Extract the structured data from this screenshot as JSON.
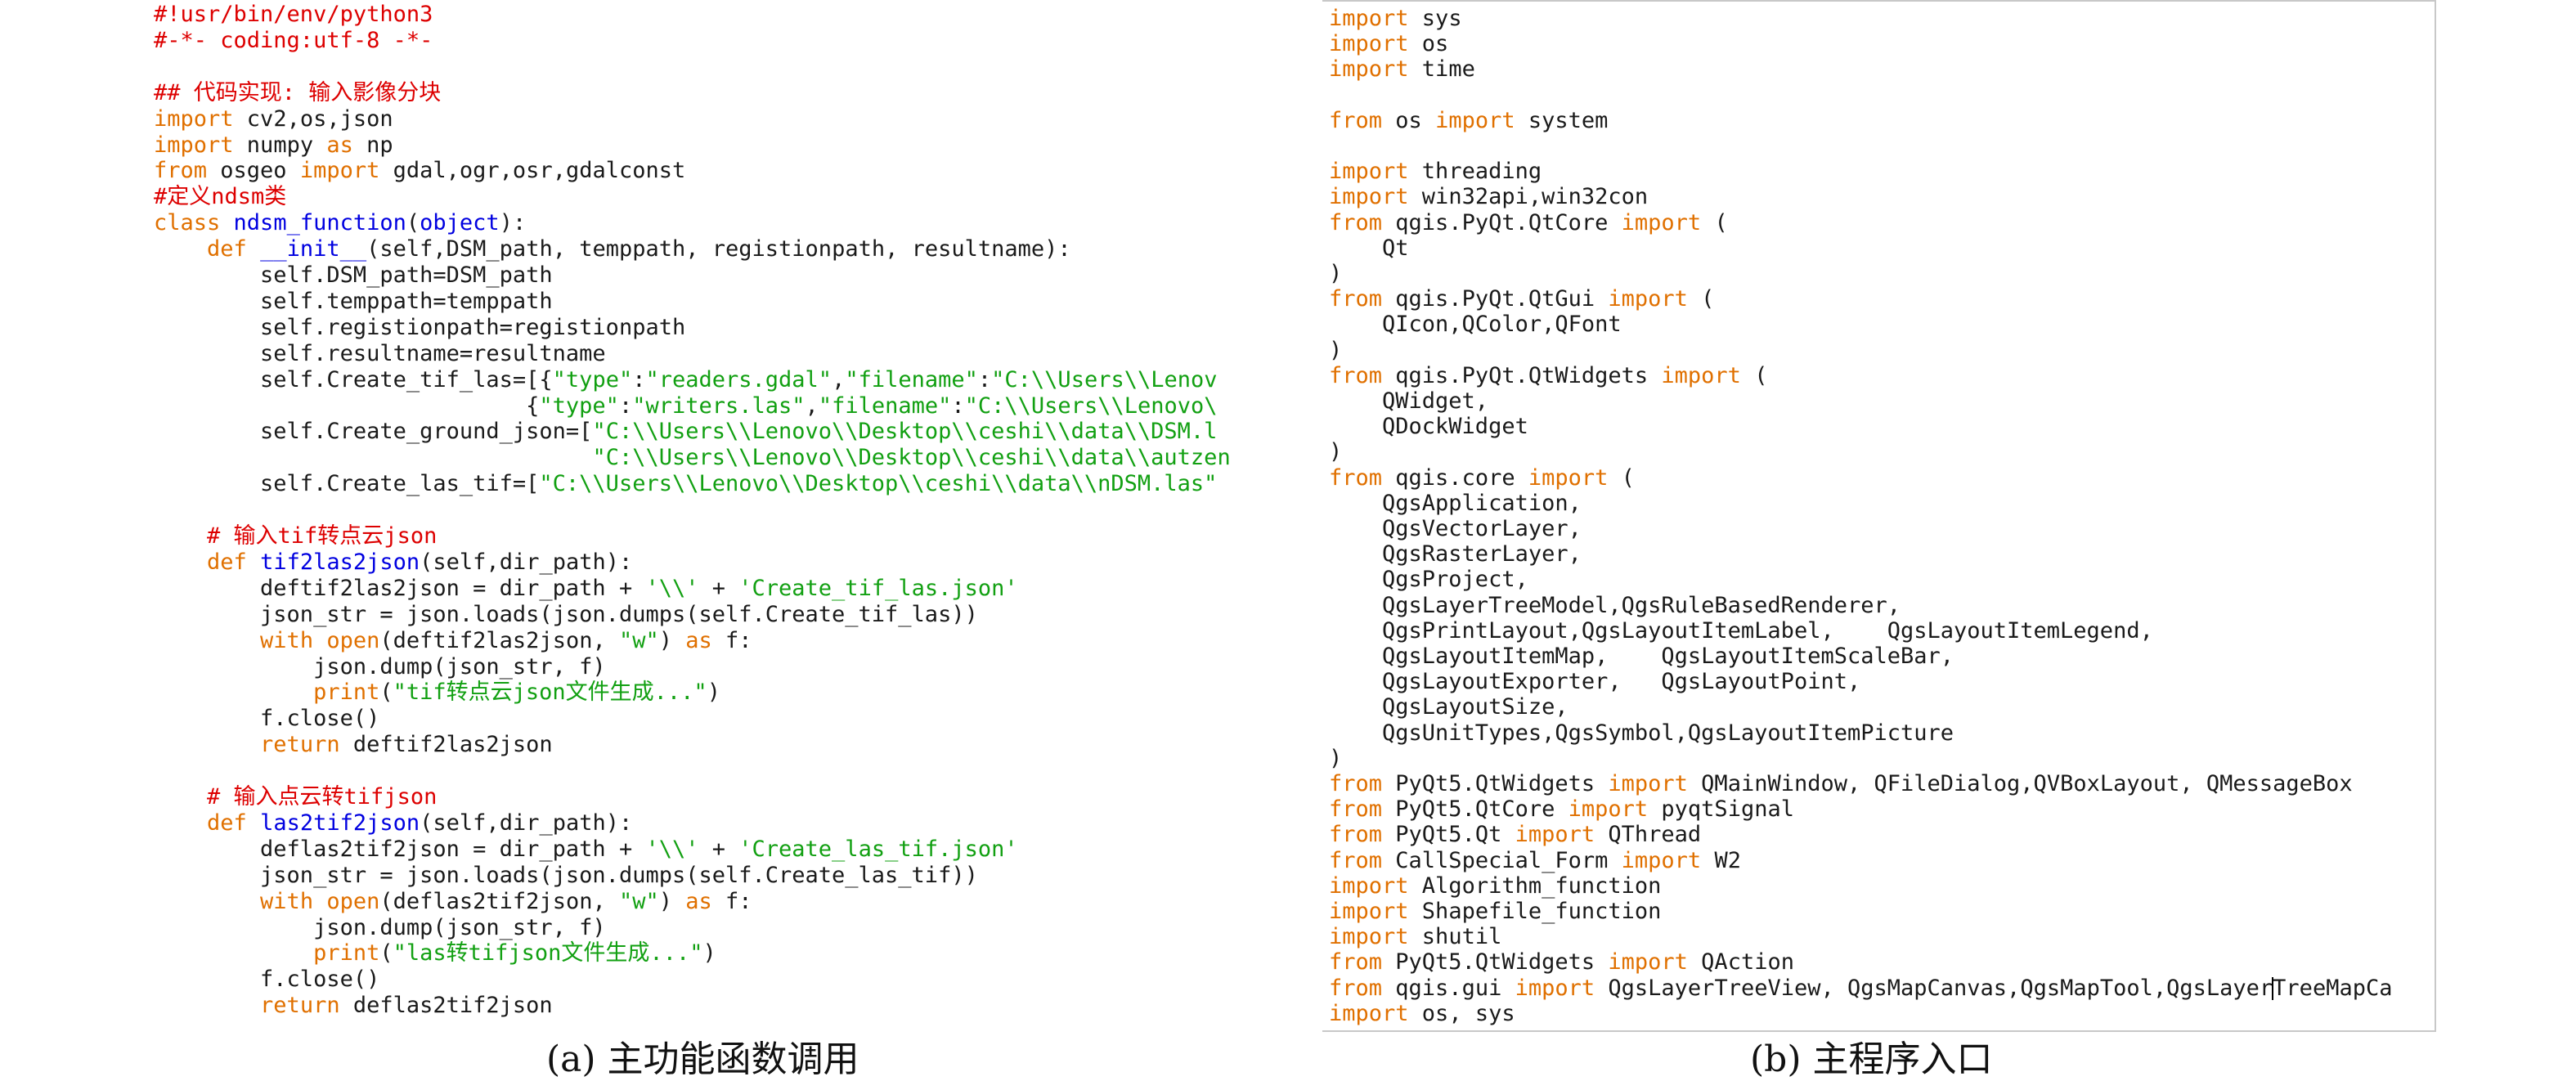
{
  "colors": {
    "keyword": "#e07000",
    "comment": "#dd0000",
    "string": "#12a012",
    "definition": "#0000e0",
    "text": "#1a1a1a"
  },
  "panel_a": {
    "caption": "(a) 主功能函数调用",
    "lines": [
      [
        [
          "cm",
          "#!usr/bin/env/python3"
        ]
      ],
      [
        [
          "cm",
          "#-*- coding:utf-8 -*-"
        ]
      ],
      [],
      [
        [
          "cm",
          "## 代码实现: 输入影像分块"
        ]
      ],
      [
        [
          "kw",
          "import"
        ],
        [
          "p",
          " cv2,os,json"
        ]
      ],
      [
        [
          "kw",
          "import"
        ],
        [
          "p",
          " numpy "
        ],
        [
          "kw",
          "as"
        ],
        [
          "p",
          " np"
        ]
      ],
      [
        [
          "kw",
          "from"
        ],
        [
          "p",
          " osgeo "
        ],
        [
          "kw",
          "import"
        ],
        [
          "p",
          " gdal,ogr,osr,gdalconst"
        ]
      ],
      [
        [
          "cm",
          "#定义ndsm类"
        ]
      ],
      [
        [
          "kw",
          "class"
        ],
        [
          "p",
          " "
        ],
        [
          "def",
          "ndsm_function"
        ],
        [
          "p",
          "("
        ],
        [
          "def",
          "object"
        ],
        [
          "p",
          "):"
        ]
      ],
      [
        [
          "p",
          "    "
        ],
        [
          "kw",
          "def"
        ],
        [
          "p",
          " "
        ],
        [
          "def",
          "__init__"
        ],
        [
          "p",
          "(self,DSM_path, temppath, registionpath, resultname):"
        ]
      ],
      [
        [
          "p",
          "        self.DSM_path=DSM_path"
        ]
      ],
      [
        [
          "p",
          "        self.temppath=temppath"
        ]
      ],
      [
        [
          "p",
          "        self.registionpath=registionpath"
        ]
      ],
      [
        [
          "p",
          "        self.resultname=resultname"
        ]
      ],
      [
        [
          "p",
          "        self.Create_tif_las=[{"
        ],
        [
          "str",
          "\"type\""
        ],
        [
          "p",
          ":"
        ],
        [
          "str",
          "\"readers.gdal\""
        ],
        [
          "p",
          ","
        ],
        [
          "str",
          "\"filename\""
        ],
        [
          "p",
          ":"
        ],
        [
          "str",
          "\"C:\\\\Users\\\\Lenov"
        ]
      ],
      [
        [
          "p",
          "                            {"
        ],
        [
          "str",
          "\"type\""
        ],
        [
          "p",
          ":"
        ],
        [
          "str",
          "\"writers.las\""
        ],
        [
          "p",
          ","
        ],
        [
          "str",
          "\"filename\""
        ],
        [
          "p",
          ":"
        ],
        [
          "str",
          "\"C:\\\\Users\\\\Lenovo\\"
        ]
      ],
      [
        [
          "p",
          "        self.Create_ground_json=["
        ],
        [
          "str",
          "\"C:\\\\Users\\\\Lenovo\\\\Desktop\\\\ceshi\\\\data\\\\DSM.l"
        ]
      ],
      [
        [
          "p",
          "                                 "
        ],
        [
          "str",
          "\"C:\\\\Users\\\\Lenovo\\\\Desktop\\\\ceshi\\\\data\\\\autzen"
        ]
      ],
      [
        [
          "p",
          "        self.Create_las_tif=["
        ],
        [
          "str",
          "\"C:\\\\Users\\\\Lenovo\\\\Desktop\\\\ceshi\\\\data\\\\nDSM.las\""
        ]
      ],
      [],
      [
        [
          "p",
          "    "
        ],
        [
          "cm",
          "# 输入tif转点云json"
        ]
      ],
      [
        [
          "p",
          "    "
        ],
        [
          "kw",
          "def"
        ],
        [
          "p",
          " "
        ],
        [
          "def",
          "tif2las2json"
        ],
        [
          "p",
          "(self,dir_path):"
        ]
      ],
      [
        [
          "p",
          "        deftif2las2json = dir_path + "
        ],
        [
          "str",
          "'\\\\'"
        ],
        [
          "p",
          " + "
        ],
        [
          "str",
          "'Create_tif_las.json'"
        ]
      ],
      [
        [
          "p",
          "        json_str = json.loads(json.dumps(self.Create_tif_las))"
        ]
      ],
      [
        [
          "p",
          "        "
        ],
        [
          "kw",
          "with"
        ],
        [
          "p",
          " "
        ],
        [
          "kw",
          "open"
        ],
        [
          "p",
          "(deftif2las2json, "
        ],
        [
          "str",
          "\"w\""
        ],
        [
          "p",
          ") "
        ],
        [
          "kw",
          "as"
        ],
        [
          "p",
          " f:"
        ]
      ],
      [
        [
          "p",
          "            json.dump(json_str, f)"
        ]
      ],
      [
        [
          "p",
          "            "
        ],
        [
          "kw",
          "print"
        ],
        [
          "p",
          "("
        ],
        [
          "str",
          "\"tif转点云json文件生成...\""
        ],
        [
          "p",
          ")"
        ]
      ],
      [
        [
          "p",
          "        f.close()"
        ]
      ],
      [
        [
          "p",
          "        "
        ],
        [
          "kw",
          "return"
        ],
        [
          "p",
          " deftif2las2json"
        ]
      ],
      [],
      [
        [
          "p",
          "    "
        ],
        [
          "cm",
          "# 输入点云转tifjson"
        ]
      ],
      [
        [
          "p",
          "    "
        ],
        [
          "kw",
          "def"
        ],
        [
          "p",
          " "
        ],
        [
          "def",
          "las2tif2json"
        ],
        [
          "p",
          "(self,dir_path):"
        ]
      ],
      [
        [
          "p",
          "        deflas2tif2json = dir_path + "
        ],
        [
          "str",
          "'\\\\'"
        ],
        [
          "p",
          " + "
        ],
        [
          "str",
          "'Create_las_tif.json'"
        ]
      ],
      [
        [
          "p",
          "        json_str = json.loads(json.dumps(self.Create_las_tif))"
        ]
      ],
      [
        [
          "p",
          "        "
        ],
        [
          "kw",
          "with"
        ],
        [
          "p",
          " "
        ],
        [
          "kw",
          "open"
        ],
        [
          "p",
          "(deflas2tif2json, "
        ],
        [
          "str",
          "\"w\""
        ],
        [
          "p",
          ") "
        ],
        [
          "kw",
          "as"
        ],
        [
          "p",
          " f:"
        ]
      ],
      [
        [
          "p",
          "            json.dump(json_str, f)"
        ]
      ],
      [
        [
          "p",
          "            "
        ],
        [
          "kw",
          "print"
        ],
        [
          "p",
          "("
        ],
        [
          "str",
          "\"las转tifjson文件生成...\""
        ],
        [
          "p",
          ")"
        ]
      ],
      [
        [
          "p",
          "        f.close()"
        ]
      ],
      [
        [
          "p",
          "        "
        ],
        [
          "kw",
          "return"
        ],
        [
          "p",
          " deflas2tif2json"
        ]
      ]
    ]
  },
  "panel_b": {
    "caption": "(b) 主程序入口",
    "lines": [
      [
        [
          "kw",
          "import"
        ],
        [
          "p",
          " sys"
        ]
      ],
      [
        [
          "kw",
          "import"
        ],
        [
          "p",
          " os"
        ]
      ],
      [
        [
          "kw",
          "import"
        ],
        [
          "p",
          " time"
        ]
      ],
      [],
      [
        [
          "kw",
          "from"
        ],
        [
          "p",
          " os "
        ],
        [
          "kw",
          "import"
        ],
        [
          "p",
          " system"
        ]
      ],
      [],
      [
        [
          "kw",
          "import"
        ],
        [
          "p",
          " threading"
        ]
      ],
      [
        [
          "kw",
          "import"
        ],
        [
          "p",
          " win32api,win32con"
        ]
      ],
      [
        [
          "kw",
          "from"
        ],
        [
          "p",
          " qgis.PyQt.QtCore "
        ],
        [
          "kw",
          "import"
        ],
        [
          "p",
          " ("
        ]
      ],
      [
        [
          "p",
          "    Qt"
        ]
      ],
      [
        [
          "p",
          ")"
        ]
      ],
      [
        [
          "kw",
          "from"
        ],
        [
          "p",
          " qgis.PyQt.QtGui "
        ],
        [
          "kw",
          "import"
        ],
        [
          "p",
          " ("
        ]
      ],
      [
        [
          "p",
          "    QIcon,QColor,QFont"
        ]
      ],
      [
        [
          "p",
          ")"
        ]
      ],
      [
        [
          "kw",
          "from"
        ],
        [
          "p",
          " qgis.PyQt.QtWidgets "
        ],
        [
          "kw",
          "import"
        ],
        [
          "p",
          " ("
        ]
      ],
      [
        [
          "p",
          "    QWidget,"
        ]
      ],
      [
        [
          "p",
          "    QDockWidget"
        ]
      ],
      [
        [
          "p",
          ")"
        ]
      ],
      [
        [
          "kw",
          "from"
        ],
        [
          "p",
          " qgis.core "
        ],
        [
          "kw",
          "import"
        ],
        [
          "p",
          " ("
        ]
      ],
      [
        [
          "p",
          "    QgsApplication,"
        ]
      ],
      [
        [
          "p",
          "    QgsVectorLayer,"
        ]
      ],
      [
        [
          "p",
          "    QgsRasterLayer,"
        ]
      ],
      [
        [
          "p",
          "    QgsProject,"
        ]
      ],
      [
        [
          "p",
          "    QgsLayerTreeModel,QgsRuleBasedRenderer,"
        ]
      ],
      [
        [
          "p",
          "    QgsPrintLayout,QgsLayoutItemLabel,    QgsLayoutItemLegend,"
        ]
      ],
      [
        [
          "p",
          "    QgsLayoutItemMap,    QgsLayoutItemScaleBar,"
        ]
      ],
      [
        [
          "p",
          "    QgsLayoutExporter,   QgsLayoutPoint,"
        ]
      ],
      [
        [
          "p",
          "    QgsLayoutSize,"
        ]
      ],
      [
        [
          "p",
          "    QgsUnitTypes,QgsSymbol,QgsLayoutItemPicture"
        ]
      ],
      [
        [
          "p",
          ")"
        ]
      ],
      [
        [
          "kw",
          "from"
        ],
        [
          "p",
          " PyQt5.QtWidgets "
        ],
        [
          "kw",
          "import"
        ],
        [
          "p",
          " QMainWindow, QFileDialog,QVBoxLayout, QMessageBox"
        ]
      ],
      [
        [
          "kw",
          "from"
        ],
        [
          "p",
          " PyQt5.QtCore "
        ],
        [
          "kw",
          "import"
        ],
        [
          "p",
          " pyqtSignal"
        ]
      ],
      [
        [
          "kw",
          "from"
        ],
        [
          "p",
          " PyQt5.Qt "
        ],
        [
          "kw",
          "import"
        ],
        [
          "p",
          " QThread"
        ]
      ],
      [
        [
          "kw",
          "from"
        ],
        [
          "p",
          " CallSpecial_Form "
        ],
        [
          "kw",
          "import"
        ],
        [
          "p",
          " W2"
        ]
      ],
      [
        [
          "kw",
          "import"
        ],
        [
          "p",
          " Algorithm_function"
        ]
      ],
      [
        [
          "kw",
          "import"
        ],
        [
          "p",
          " Shapefile_function"
        ]
      ],
      [
        [
          "kw",
          "import"
        ],
        [
          "p",
          " shutil"
        ]
      ],
      [
        [
          "kw",
          "from"
        ],
        [
          "p",
          " PyQt5.QtWidgets "
        ],
        [
          "kw",
          "import"
        ],
        [
          "p",
          " QAction"
        ]
      ],
      [
        [
          "kw",
          "from"
        ],
        [
          "p",
          " qgis.gui "
        ],
        [
          "kw",
          "import"
        ],
        [
          "p",
          " QgsLayerTreeView, QgsMapCanvas,QgsMapTool,QgsLayer"
        ],
        [
          "caret",
          ""
        ],
        [
          "p",
          "TreeMapCa"
        ]
      ],
      [
        [
          "kw",
          "import"
        ],
        [
          "p",
          " os, sys"
        ]
      ]
    ]
  }
}
